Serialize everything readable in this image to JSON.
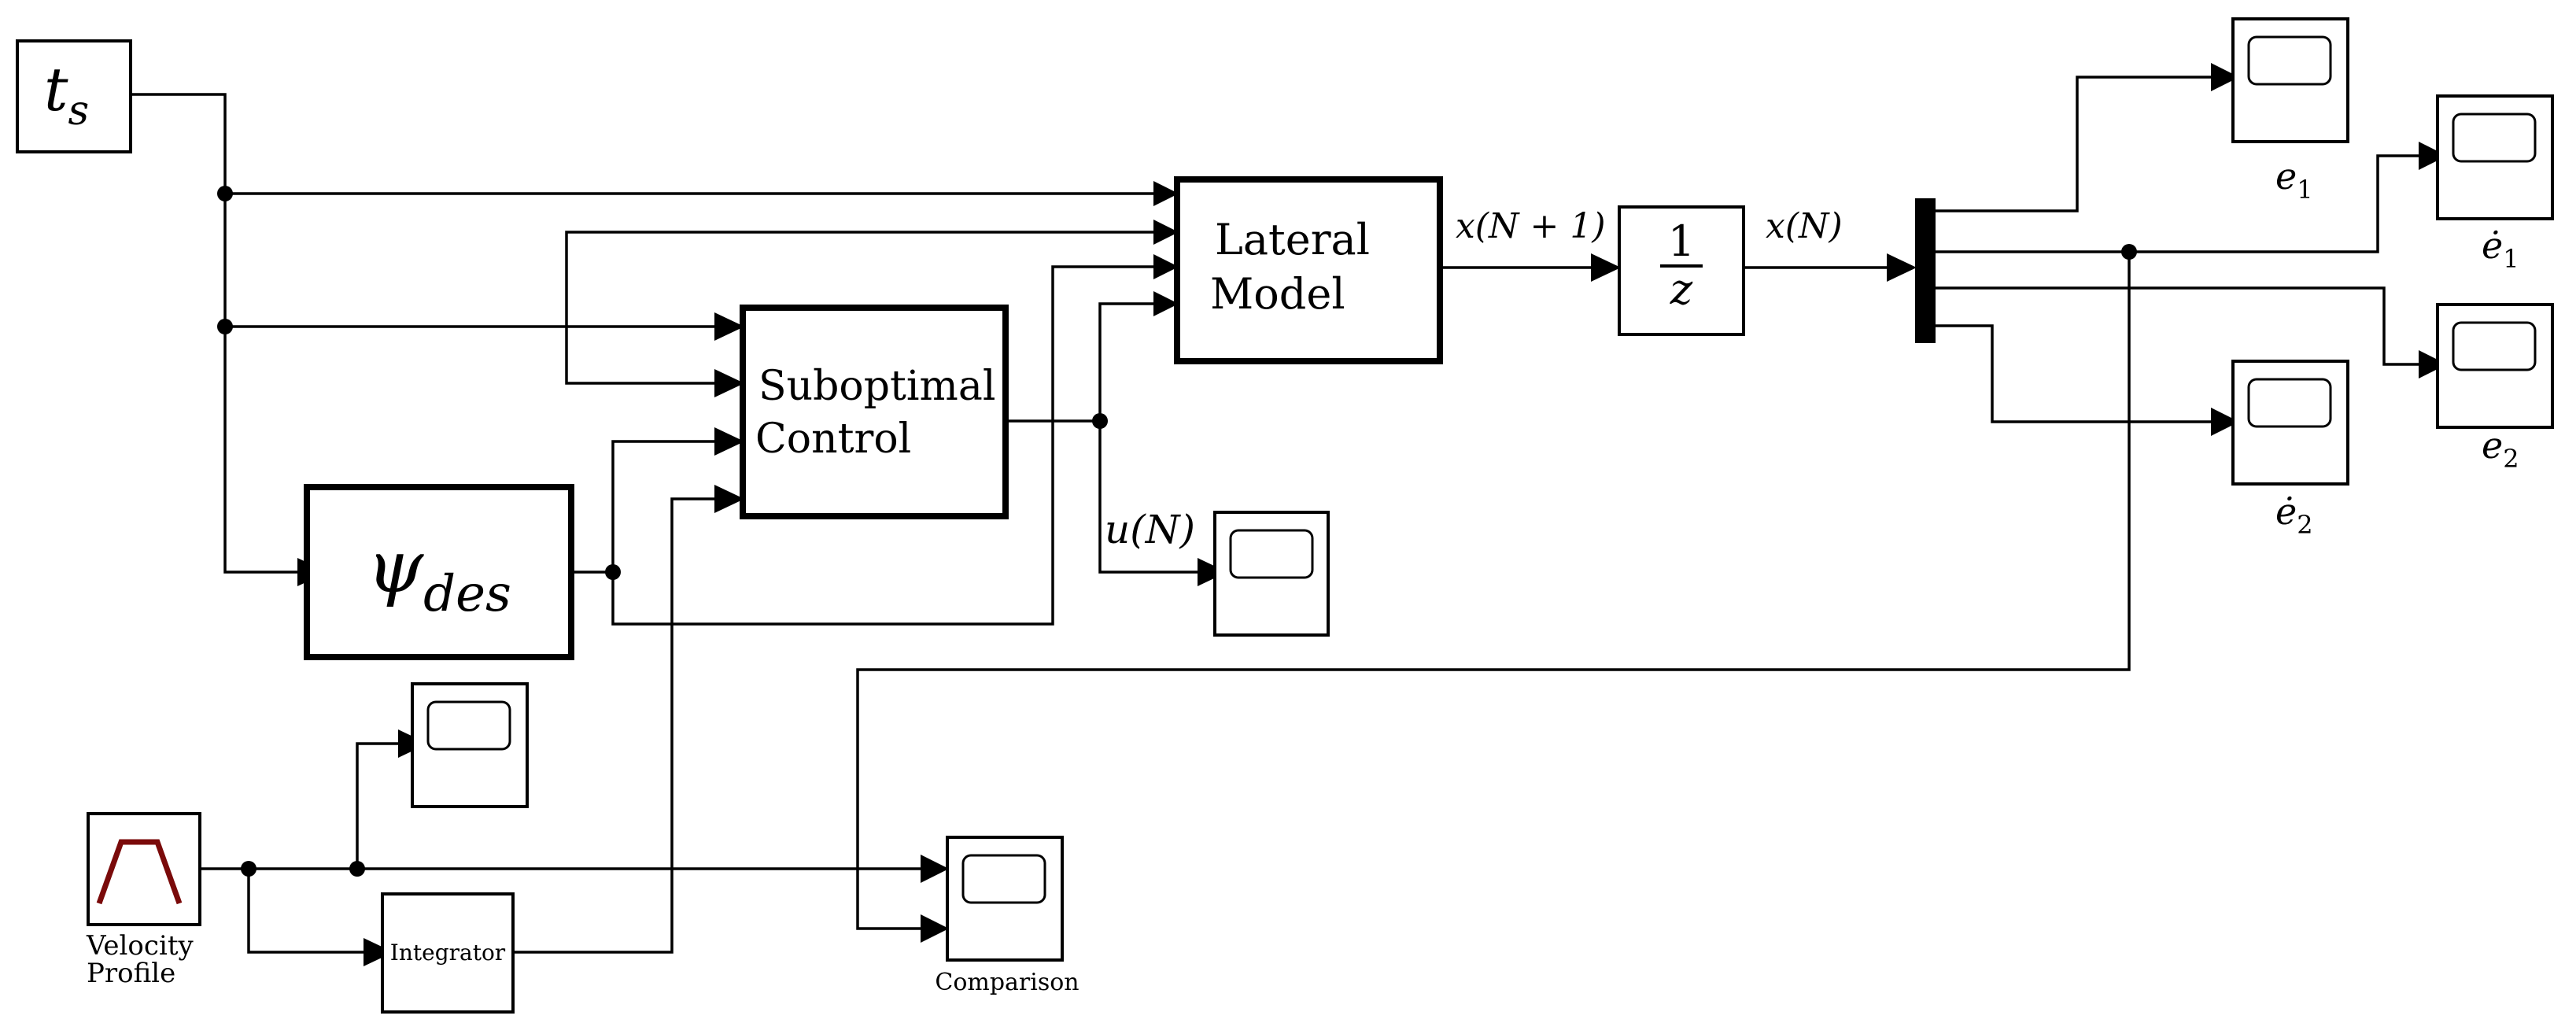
{
  "blocks": {
    "ts": {
      "base": "t",
      "sub": "s"
    },
    "psi": {
      "base": "ψ",
      "sub": "des"
    },
    "suboptimal": {
      "line1": "Suboptimal",
      "line2": "Control"
    },
    "lateral": {
      "line1": "Lateral",
      "line2": "Model"
    },
    "delay": {
      "num": "1",
      "den": "z"
    },
    "velocity": {
      "line1": "Velocity",
      "line2": "Profile",
      "icon": "trapezoid-profile-icon"
    },
    "integrator": {
      "label": "Integrator"
    },
    "comparison": {
      "label": "Comparison"
    }
  },
  "signals": {
    "x_next": "x(N + 1)",
    "x_now": "x(N)",
    "u_now": "u(N)"
  },
  "scopes": {
    "e1": {
      "base": "e",
      "sub": "1"
    },
    "e1dot": {
      "base": "ė",
      "sub": "1"
    },
    "e2": {
      "base": "e",
      "sub": "2"
    },
    "e2dot": {
      "base": "ė",
      "sub": "2"
    }
  },
  "colors": {
    "profile_line": "#7a0a0a"
  }
}
